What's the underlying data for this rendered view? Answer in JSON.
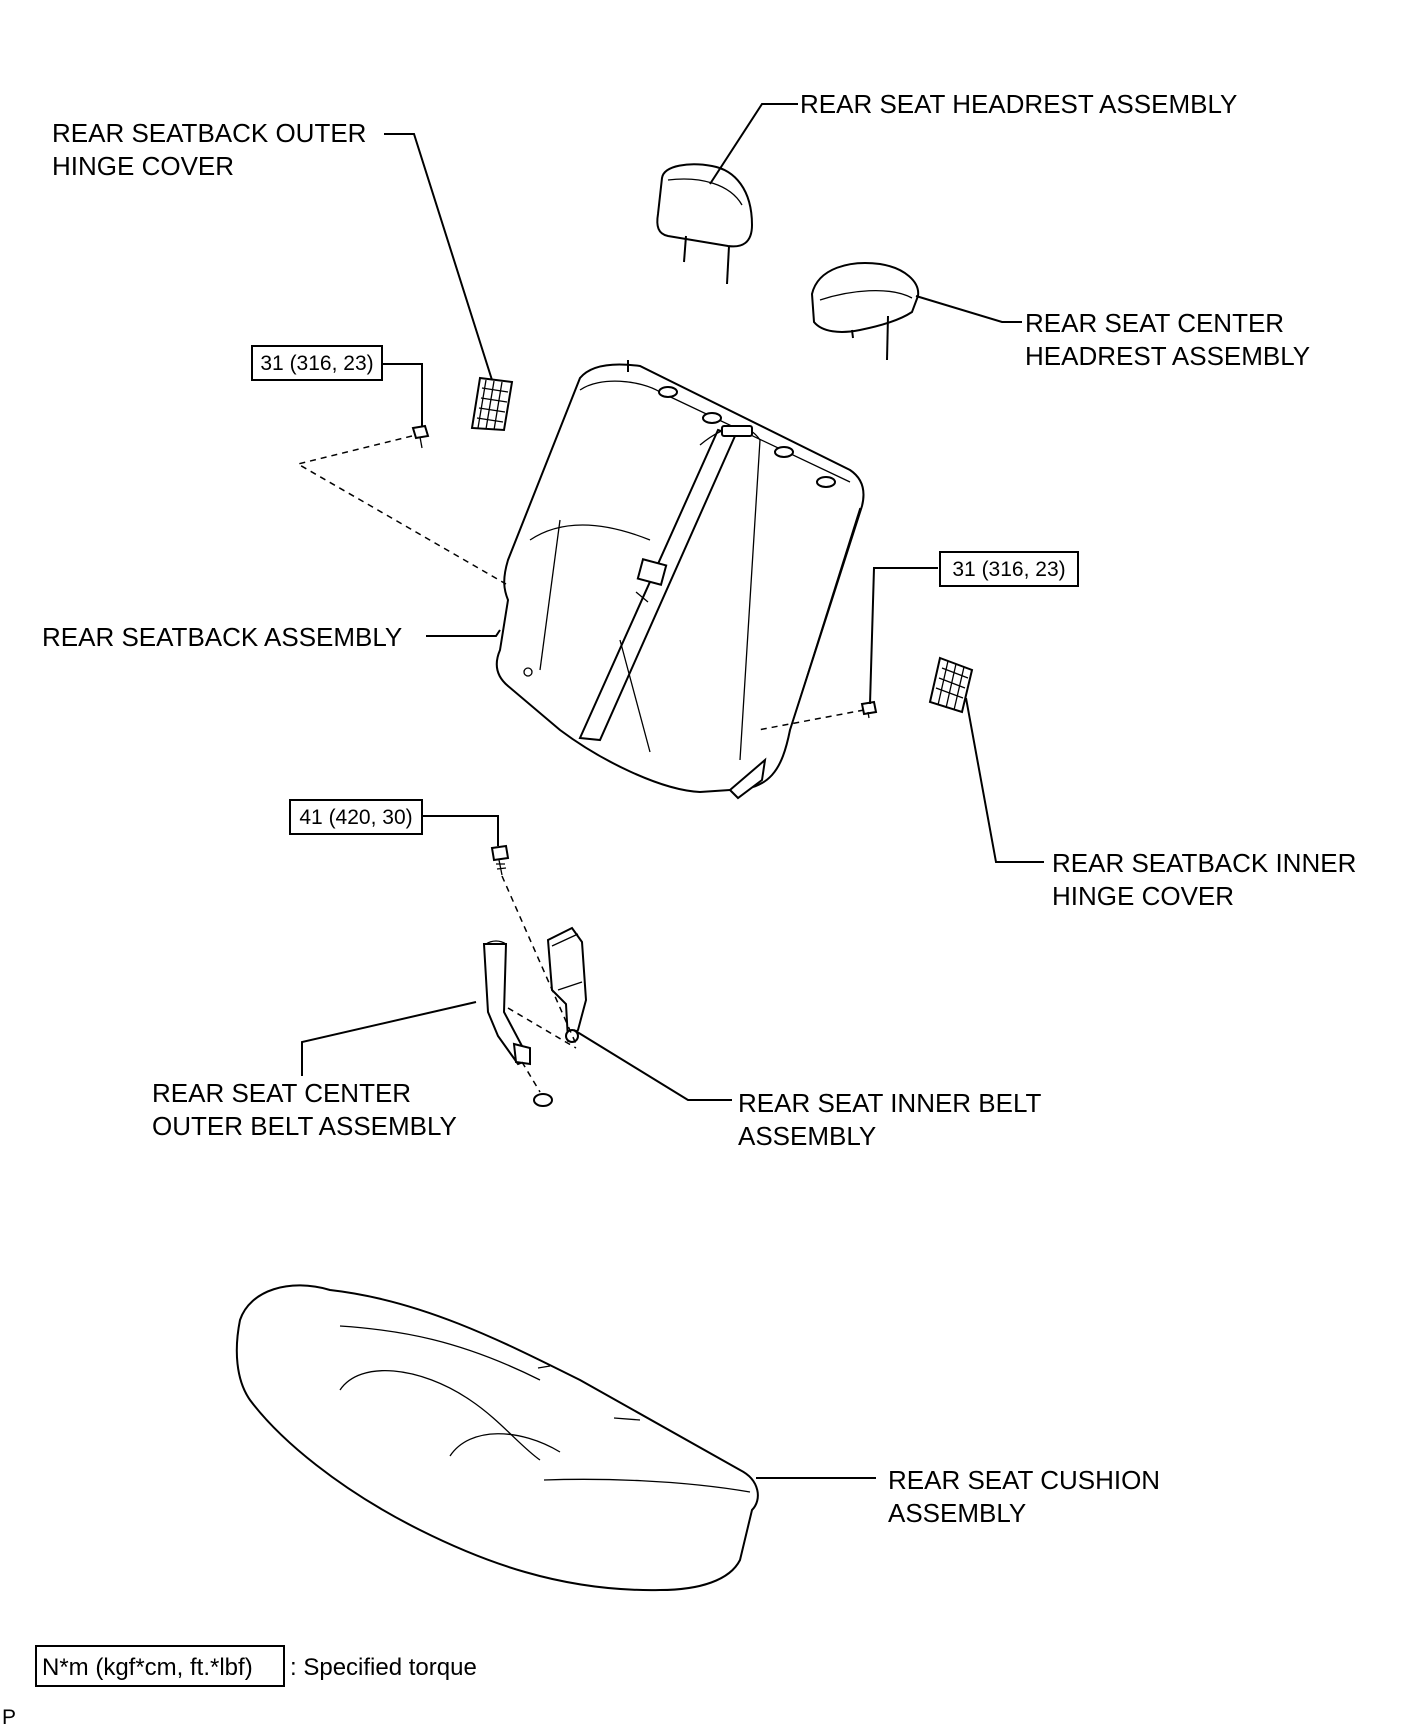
{
  "labels": {
    "headrest": "REAR SEAT HEADREST ASSEMBLY",
    "outer_hinge_cover_1": "REAR SEATBACK OUTER",
    "outer_hinge_cover_2": "HINGE COVER",
    "center_headrest_1": "REAR SEAT CENTER",
    "center_headrest_2": "HEADREST ASSEMBLY",
    "seatback": "REAR SEATBACK ASSEMBLY",
    "inner_hinge_cover_1": "REAR SEATBACK INNER",
    "inner_hinge_cover_2": "HINGE COVER",
    "center_outer_belt_1": "REAR SEAT CENTER",
    "center_outer_belt_2": "OUTER BELT ASSEMBLY",
    "inner_belt_1": "REAR SEAT INNER BELT",
    "inner_belt_2": "ASSEMBLY",
    "cushion_1": "REAR SEAT CUSHION",
    "cushion_2": "ASSEMBLY"
  },
  "torques": {
    "left_bolt": "31 (316, 23)",
    "right_bolt": "31 (316, 23)",
    "belt_bolt": "41 (420, 30)"
  },
  "legend": {
    "unit": "N*m (kgf*cm, ft.*lbf)",
    "description": ": Specified torque"
  },
  "corner_mark": "P"
}
